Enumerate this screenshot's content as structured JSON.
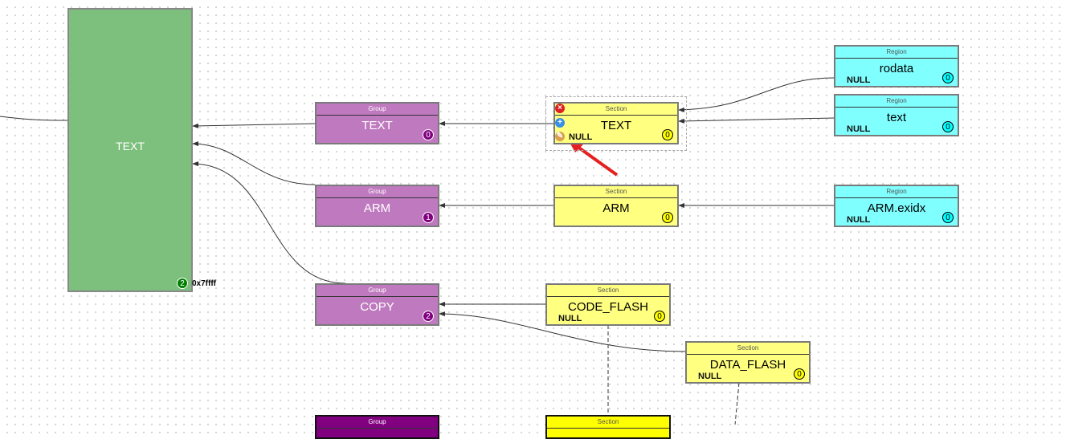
{
  "memory": {
    "label": "TEXT",
    "badge": "2",
    "address": "0x7ffff"
  },
  "groups": [
    {
      "header": "Group",
      "label": "TEXT",
      "badge": "0"
    },
    {
      "header": "Group",
      "label": "ARM",
      "badge": "1"
    },
    {
      "header": "Group",
      "label": "COPY",
      "badge": "2"
    },
    {
      "header": "Group"
    }
  ],
  "sections": [
    {
      "header": "Section",
      "label": "TEXT",
      "badge": "0",
      "null": "NULL"
    },
    {
      "header": "Section",
      "label": "ARM",
      "badge": "0"
    },
    {
      "header": "Section",
      "label": "CODE_FLASH",
      "badge": "0",
      "null": "NULL"
    },
    {
      "header": "Section",
      "label": "DATA_FLASH",
      "badge": "0",
      "null": "NULL"
    },
    {
      "header": "Section"
    }
  ],
  "regions": [
    {
      "header": "Region",
      "label": "rodata",
      "badge": "0",
      "null": "NULL"
    },
    {
      "header": "Region",
      "label": "text",
      "badge": "0",
      "null": "NULL"
    },
    {
      "header": "Region",
      "label": "ARM.exidx",
      "badge": "0",
      "null": "NULL"
    }
  ],
  "tools": {
    "delete": "×",
    "add": "+",
    "edit": "✎"
  },
  "colors": {
    "group": "#bf7abf",
    "section": "#ffff80",
    "region": "#80ffff",
    "memory": "#7dbf7d",
    "arrow": "#ff2020"
  }
}
